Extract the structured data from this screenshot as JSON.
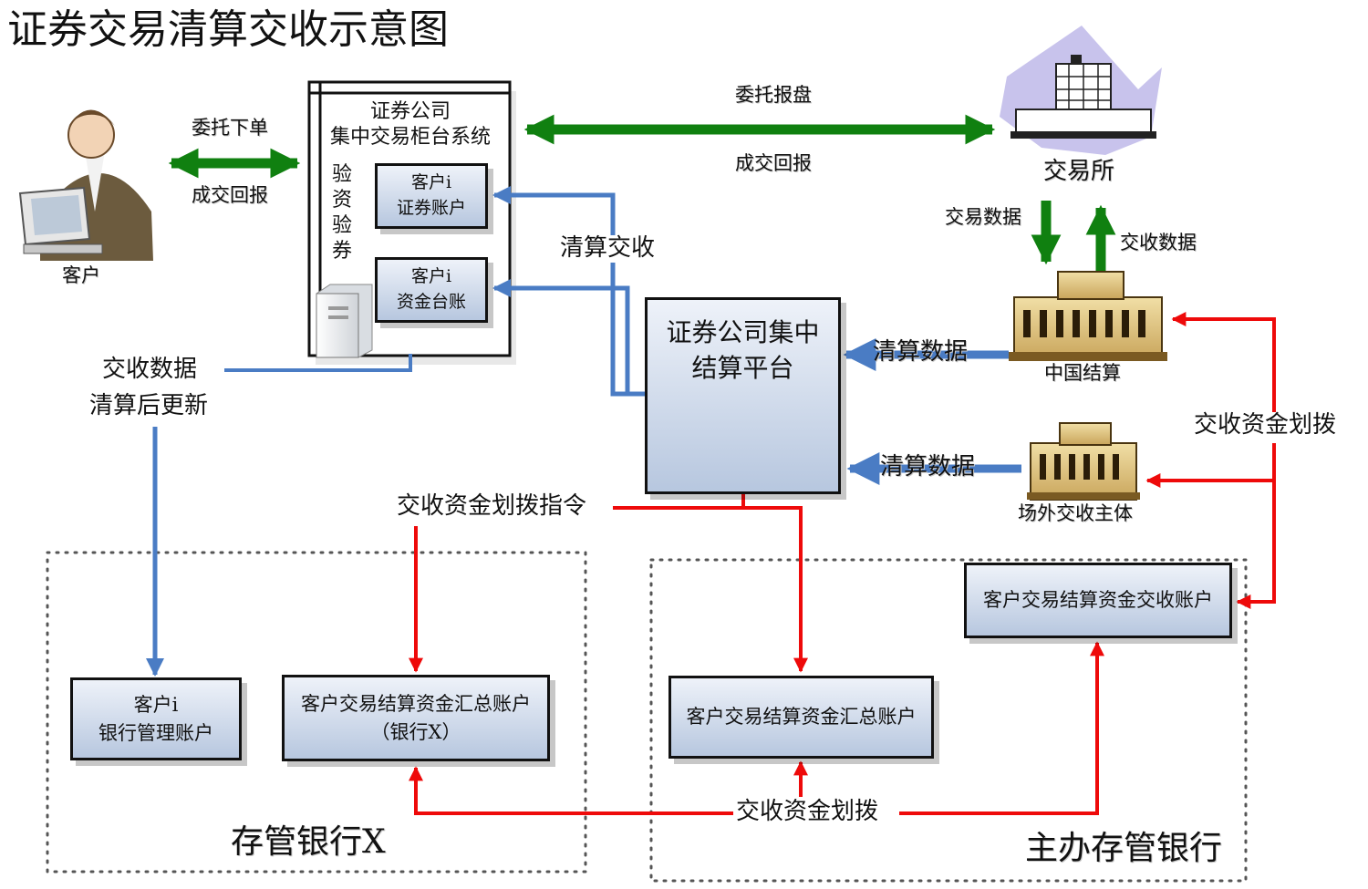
{
  "title": "证券交易清算交收示意图",
  "nodes": {
    "customer": {
      "label": "客户"
    },
    "broker_counter": {
      "line1": "证券公司",
      "line2": "集中交易柜台系统",
      "verify": "验资验券"
    },
    "exchange": {
      "label": "交易所"
    },
    "csdc": {
      "label": "中国结算"
    },
    "otc": {
      "label": "场外交收主体"
    },
    "settlement_platform": {
      "line1": "证券公司集中",
      "line2": "结算平台"
    }
  },
  "accounts": {
    "securities_account": {
      "line1": "客户i",
      "line2": "证券账户"
    },
    "fund_ledger": {
      "line1": "客户i",
      "line2": "资金台账"
    },
    "bank_mgmt_account": {
      "line1": "客户i",
      "line2": "银行管理账户"
    },
    "summary_account_x": {
      "line1": "客户交易结算资金汇总账户",
      "line2": "（银行X）"
    },
    "summary_account_main": {
      "line1": "客户交易结算资金汇总账户"
    },
    "settlement_account_main": {
      "line1": "客户交易结算资金交收账户"
    }
  },
  "regions": {
    "custodian_x": "存管银行X",
    "main_custodian": "主办存管银行"
  },
  "flow_labels": {
    "order": "委托下单",
    "trade_report_customer": "成交回报",
    "entrust_report": "委托报盘",
    "trade_report_exchange": "成交回报",
    "trade_data": "交易数据",
    "delivery_data": "交收数据",
    "clearing_delivery": "清算交收",
    "clearing_data_csdc": "清算数据",
    "clearing_data_otc": "清算数据",
    "update_line1": "交收数据",
    "update_line2": "清算后更新",
    "transfer_instruction": "交收资金划拨指令",
    "fund_transfer_right": "交收资金划拨",
    "fund_transfer_bottom": "交收资金划拨"
  },
  "colors": {
    "green_flow": "#108010",
    "blue_flow": "#4a7cc4",
    "red_flow": "#ee0a0a",
    "box_fill_top": "#eef2f9",
    "box_fill_bottom": "#b7c7df"
  },
  "icons": [
    "person-at-computer-icon",
    "server-icon",
    "stock-exchange-building-icon",
    "clearing-house-building-icon"
  ]
}
